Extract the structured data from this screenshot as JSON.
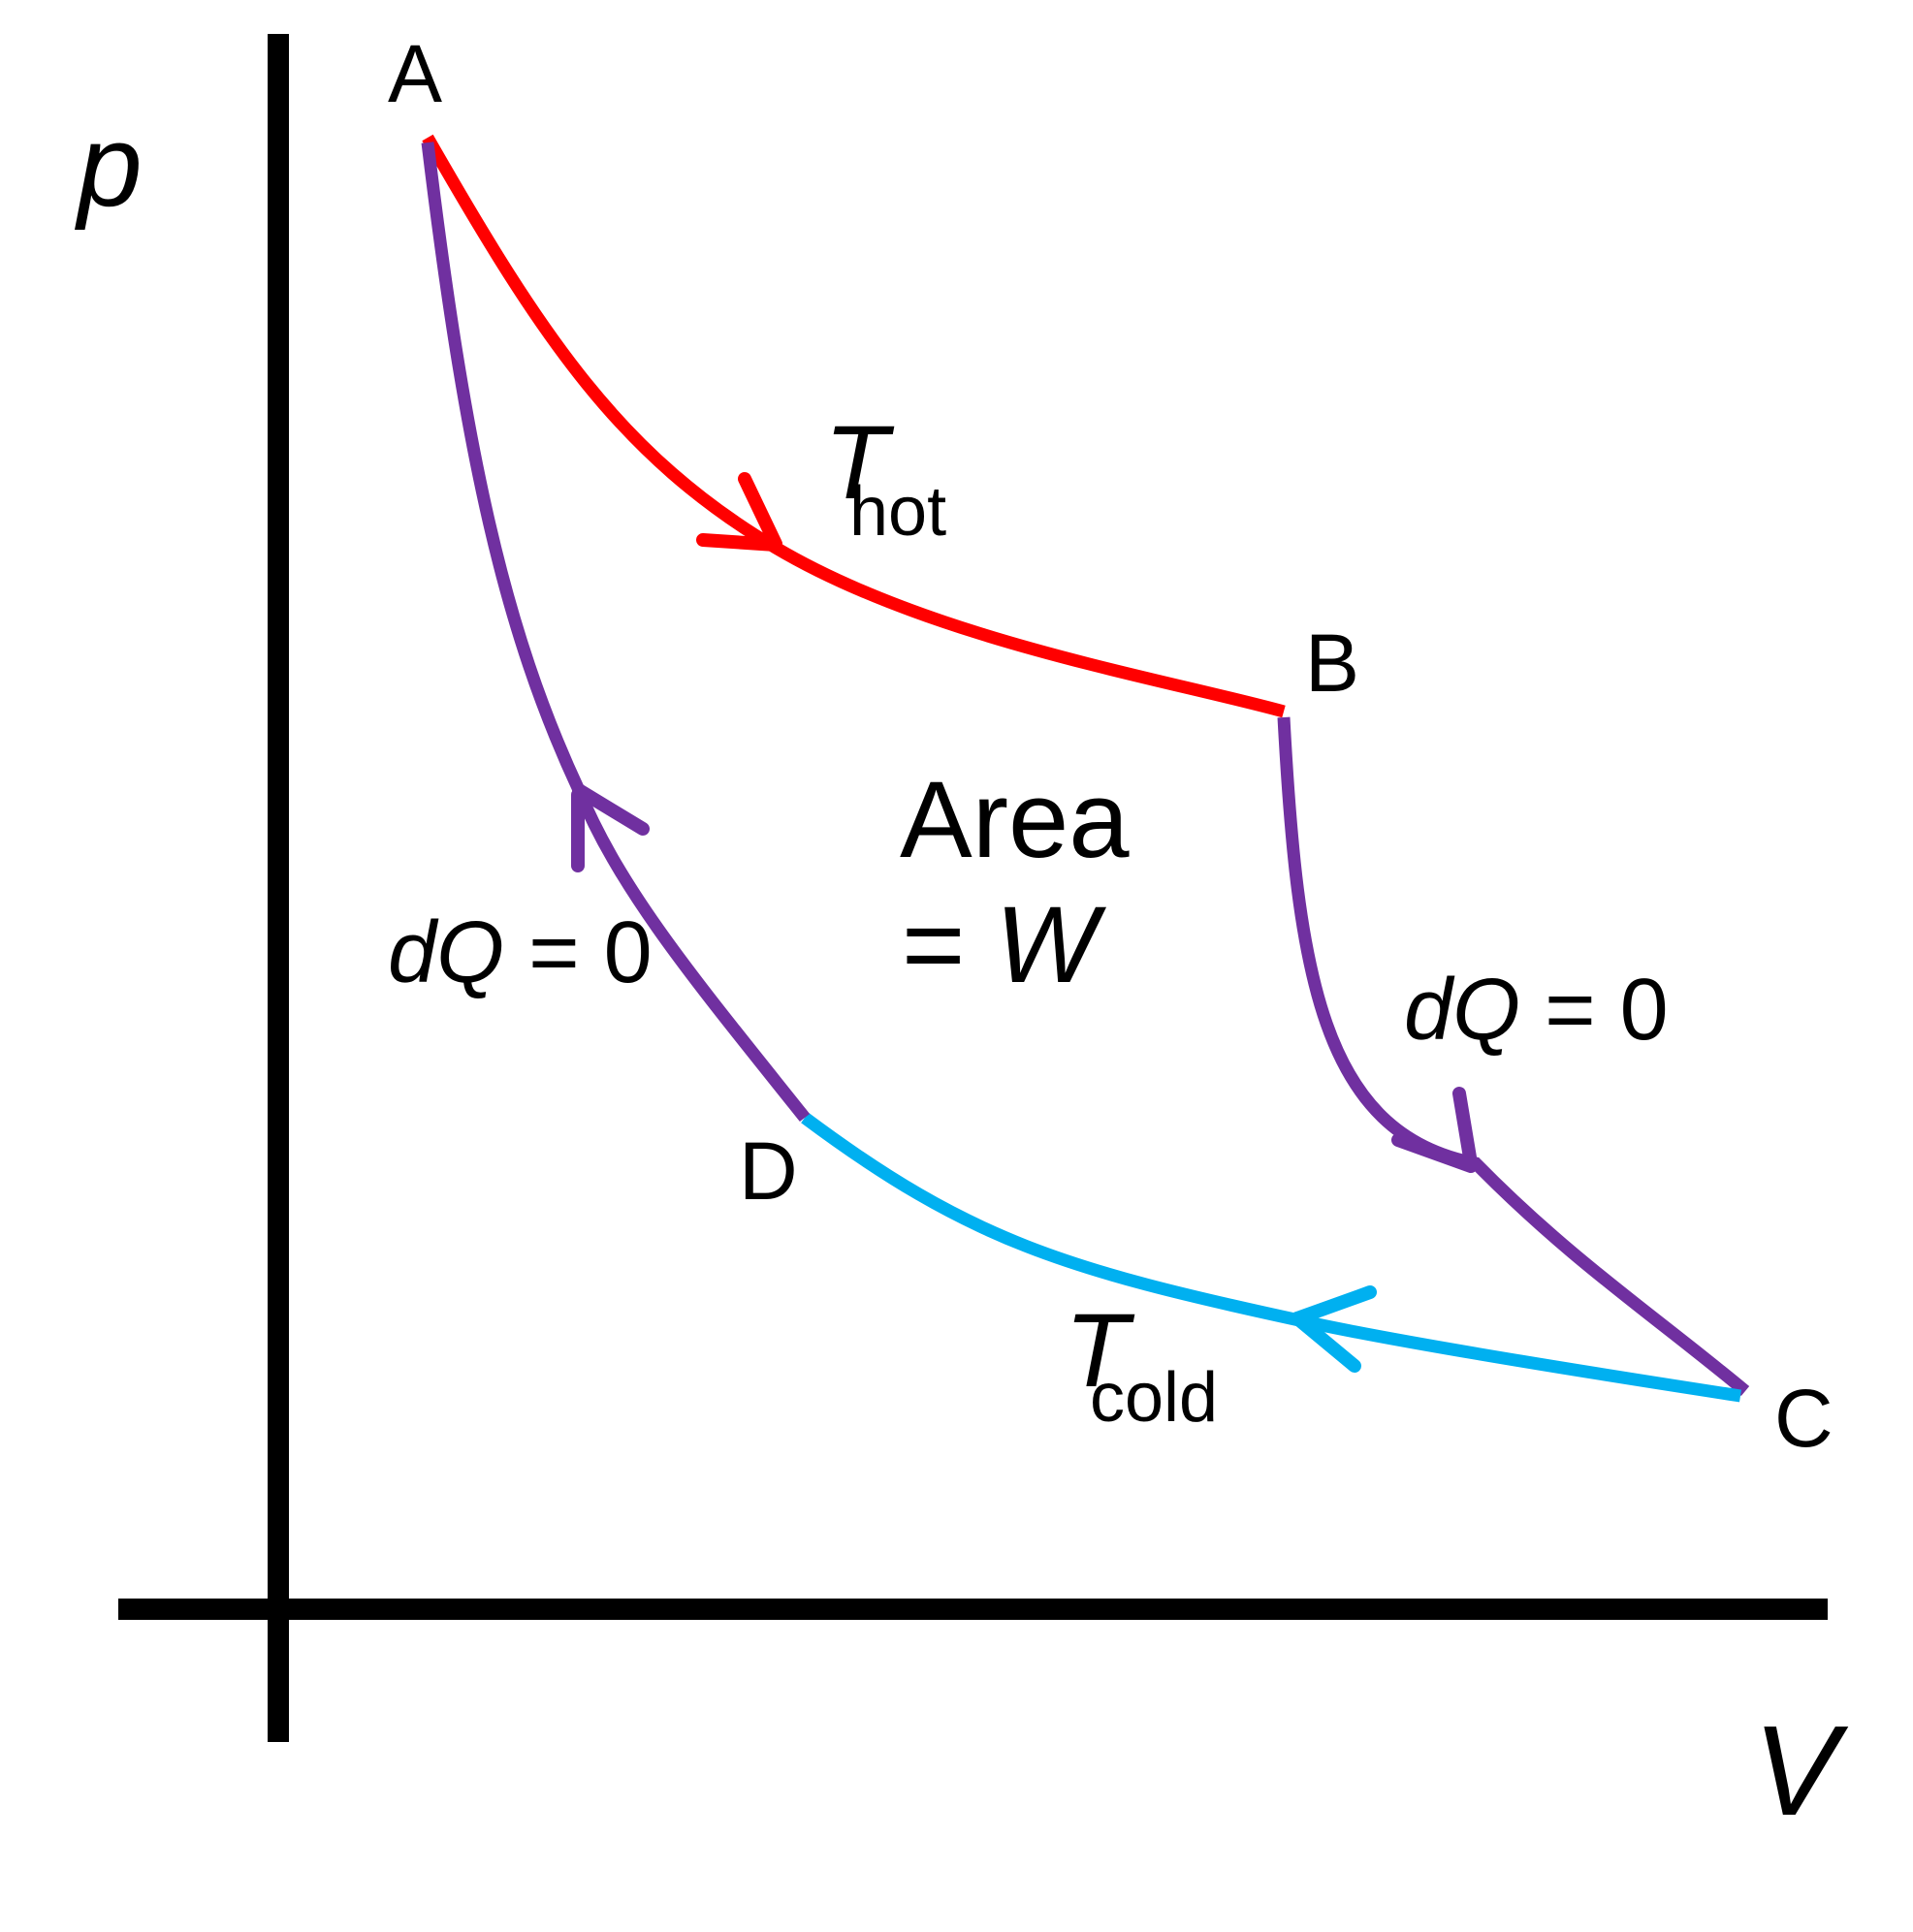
{
  "axes": {
    "y_label": "p",
    "x_label": "V"
  },
  "points": {
    "a": "A",
    "b": "B",
    "c": "C",
    "d": "D"
  },
  "isotherms": {
    "hot": {
      "symbol": "T",
      "subscript": "hot",
      "color": "#ff0000"
    },
    "cold": {
      "symbol": "T",
      "subscript": "cold",
      "color": "#00b0f0"
    }
  },
  "adiabats": {
    "color": "#7030a0",
    "left": {
      "d": "d",
      "q": "Q",
      "rest": " = 0"
    },
    "right": {
      "d": "d",
      "q": "Q",
      "rest": " = 0"
    }
  },
  "area": {
    "line1": "Area",
    "line2_prefix": "= ",
    "line2_var": "W"
  },
  "axis_color": "#000000"
}
